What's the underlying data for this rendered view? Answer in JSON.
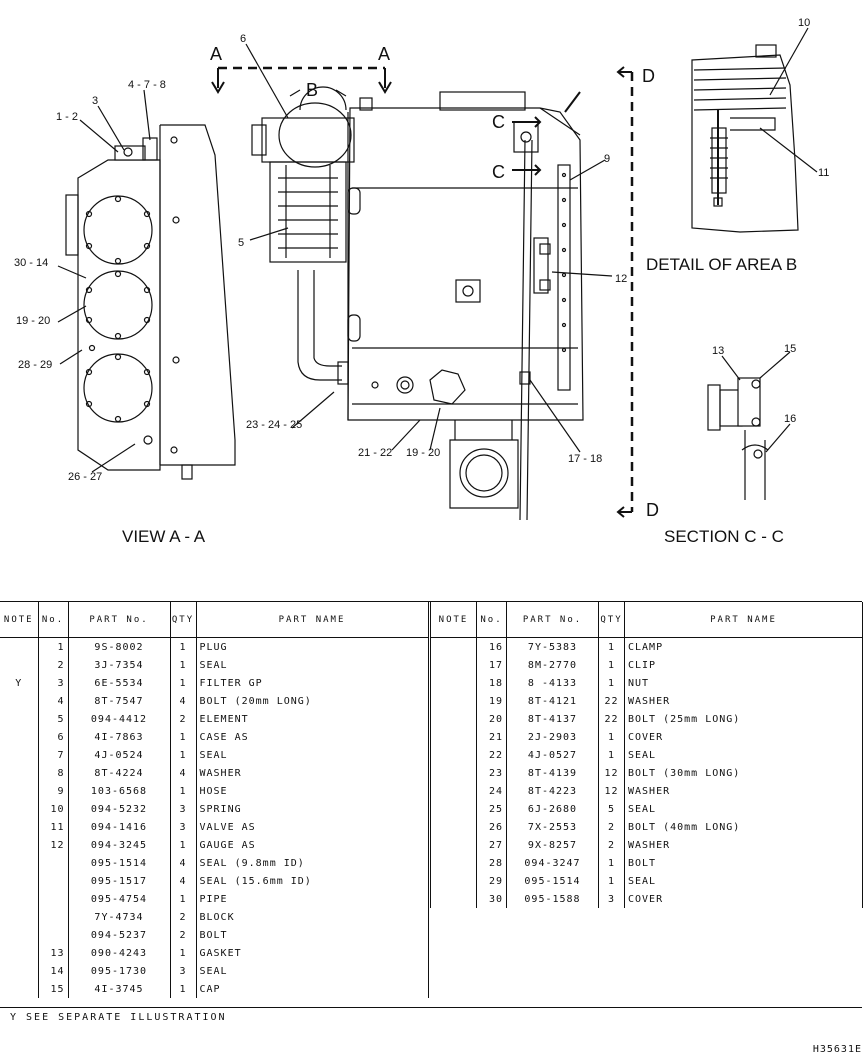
{
  "callouts": {
    "c12": "1 - 2",
    "c3": "3",
    "c478": "4 - 7 - 8",
    "c6": "6",
    "c5": "5",
    "c3014": "30 - 14",
    "c1920l": "19 - 20",
    "c2829": "28 - 29",
    "c2627": "26 - 27",
    "c232425": "23 - 24 - 25",
    "c2122": "21 - 22",
    "c1920b": "19 - 20",
    "c9": "9",
    "c12r": "12",
    "c1718": "17 - 18",
    "c10": "10",
    "c11": "11",
    "c13": "13",
    "c15": "15",
    "c16": "16"
  },
  "markers": {
    "a": "A",
    "b": "B",
    "c": "C",
    "d": "D"
  },
  "views": {
    "view_aa": "VIEW A - A",
    "detail_b": "DETAIL OF AREA B",
    "section_cc": "SECTION C - C"
  },
  "table": {
    "headers": {
      "note": "NOTE",
      "no": "No.",
      "part_no": "PART No.",
      "qty": "QTY",
      "part_name": "PART NAME"
    },
    "left_rows": [
      {
        "note": "",
        "no": "1",
        "part": "9S-8002",
        "qty": "1",
        "name": "PLUG"
      },
      {
        "note": "",
        "no": "2",
        "part": "3J-7354",
        "qty": "1",
        "name": "SEAL"
      },
      {
        "note": "Y",
        "no": "3",
        "part": "6E-5534",
        "qty": "1",
        "name": "FILTER GP"
      },
      {
        "note": "",
        "no": "4",
        "part": "8T-7547",
        "qty": "4",
        "name": "BOLT (20mm LONG)"
      },
      {
        "note": "",
        "no": "5",
        "part": "094-4412",
        "qty": "2",
        "name": "ELEMENT"
      },
      {
        "note": "",
        "no": "6",
        "part": "4I-7863",
        "qty": "1",
        "name": "CASE AS"
      },
      {
        "note": "",
        "no": "7",
        "part": "4J-0524",
        "qty": "1",
        "name": "SEAL"
      },
      {
        "note": "",
        "no": "8",
        "part": "8T-4224",
        "qty": "4",
        "name": "WASHER"
      },
      {
        "note": "",
        "no": "9",
        "part": "103-6568",
        "qty": "1",
        "name": "HOSE"
      },
      {
        "note": "",
        "no": "10",
        "part": "094-5232",
        "qty": "3",
        "name": "SPRING"
      },
      {
        "note": "",
        "no": "11",
        "part": "094-1416",
        "qty": "3",
        "name": "VALVE AS"
      },
      {
        "note": "",
        "no": "12",
        "part": "094-3245",
        "qty": "1",
        "name": "GAUGE AS"
      },
      {
        "note": "",
        "no": "",
        "part": "095-1514",
        "qty": "4",
        "name": " SEAL (9.8mm ID)"
      },
      {
        "note": "",
        "no": "",
        "part": "095-1517",
        "qty": "4",
        "name": " SEAL (15.6mm ID)"
      },
      {
        "note": "",
        "no": "",
        "part": "095-4754",
        "qty": "1",
        "name": " PIPE"
      },
      {
        "note": "",
        "no": "",
        "part": "7Y-4734",
        "qty": "2",
        "name": " BLOCK"
      },
      {
        "note": "",
        "no": "",
        "part": "094-5237",
        "qty": "2",
        "name": " BOLT"
      },
      {
        "note": "",
        "no": "13",
        "part": "090-4243",
        "qty": "1",
        "name": "GASKET"
      },
      {
        "note": "",
        "no": "14",
        "part": "095-1730",
        "qty": "3",
        "name": "SEAL"
      },
      {
        "note": "",
        "no": "15",
        "part": "4I-3745",
        "qty": "1",
        "name": "CAP"
      }
    ],
    "right_rows": [
      {
        "note": "",
        "no": "16",
        "part": "7Y-5383",
        "qty": "1",
        "name": "CLAMP"
      },
      {
        "note": "",
        "no": "17",
        "part": "8M-2770",
        "qty": "1",
        "name": "CLIP"
      },
      {
        "note": "",
        "no": "18",
        "part": "8 -4133",
        "qty": "1",
        "name": "NUT"
      },
      {
        "note": "",
        "no": "19",
        "part": "8T-4121",
        "qty": "22",
        "name": "WASHER"
      },
      {
        "note": "",
        "no": "20",
        "part": "8T-4137",
        "qty": "22",
        "name": "BOLT (25mm LONG)"
      },
      {
        "note": "",
        "no": "21",
        "part": "2J-2903",
        "qty": "1",
        "name": "COVER"
      },
      {
        "note": "",
        "no": "22",
        "part": "4J-0527",
        "qty": "1",
        "name": "SEAL"
      },
      {
        "note": "",
        "no": "23",
        "part": "8T-4139",
        "qty": "12",
        "name": "BOLT (30mm LONG)"
      },
      {
        "note": "",
        "no": "24",
        "part": "8T-4223",
        "qty": "12",
        "name": "WASHER"
      },
      {
        "note": "",
        "no": "25",
        "part": "6J-2680",
        "qty": "5",
        "name": "SEAL"
      },
      {
        "note": "",
        "no": "26",
        "part": "7X-2553",
        "qty": "2",
        "name": "BOLT (40mm LONG)"
      },
      {
        "note": "",
        "no": "27",
        "part": "9X-8257",
        "qty": "2",
        "name": "WASHER"
      },
      {
        "note": "",
        "no": "28",
        "part": "094-3247",
        "qty": "1",
        "name": "BOLT"
      },
      {
        "note": "",
        "no": "29",
        "part": "095-1514",
        "qty": "1",
        "name": "SEAL"
      },
      {
        "note": "",
        "no": "30",
        "part": "095-1588",
        "qty": "3",
        "name": "COVER"
      }
    ]
  },
  "footnote": "Y SEE SEPARATE ILLUSTRATION",
  "ref_code": "H35631E"
}
